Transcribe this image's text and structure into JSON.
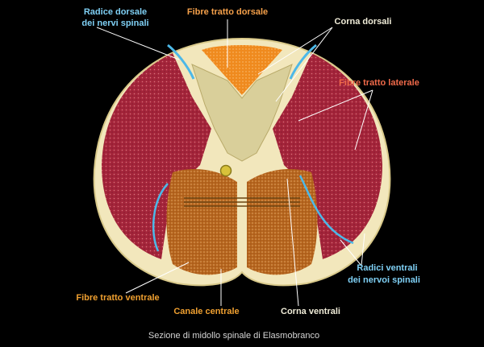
{
  "labels": {
    "dorsal_root": [
      "Radice dorsale",
      "dei nervi spinali"
    ],
    "dorsal_fibers": "Fibre tratto dorsale",
    "dorsal_horns": "Corna dorsali",
    "lateral_fibers": "Fibre tratto laterale",
    "ventral_roots": [
      "Radici ventrali",
      "dei nervoi spinali"
    ],
    "ventral_fibers": "Fibre tratto ventrale",
    "central_canal": "Canale centrale",
    "ventral_horns": "Corna ventrali"
  },
  "caption": "Sezione di midollo spinale di Elasmobranco",
  "colors": {
    "background": "#000000",
    "lateral_tract": "#a3243a",
    "dorsal_tract": "#f08a1d",
    "ventral_tract": "#b6651e",
    "grey_matter": "#efe4b2",
    "nerve_roots": "#4cb8e8",
    "label_dorsal_root": "#7fd0f5",
    "label_dorsal_fibers": "#f5a04a",
    "label_lateral_fibers": "#f06a4a",
    "label_ventral_fibers": "#f0a030",
    "label_default": "#f0ecd8"
  }
}
